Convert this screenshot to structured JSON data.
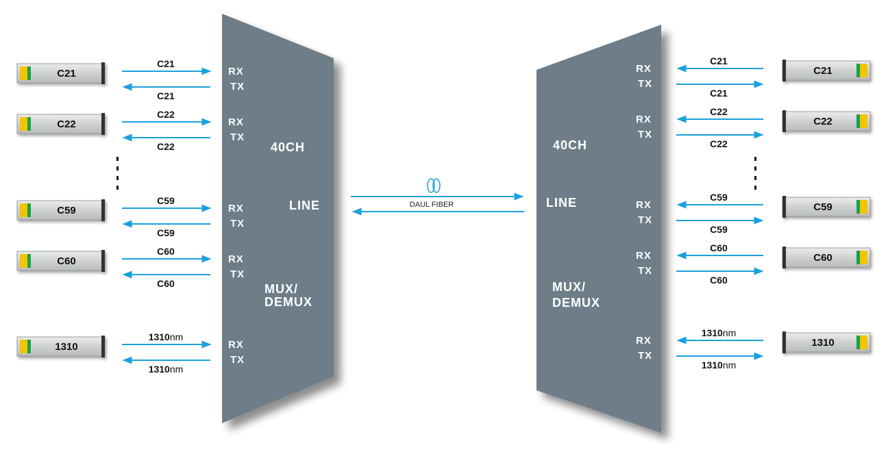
{
  "colors": {
    "mux_body": "#6e7d87",
    "arrow": "#1aa0dc",
    "module_body": "#d2d4d4",
    "module_connector": "#f2c500",
    "module_stripe": "#1aa04a",
    "module_end": "#333333"
  },
  "left_mux": {
    "title": "40CH",
    "line_label": "LINE",
    "mux_label_1": "MUX/",
    "mux_label_2": "DEMUX",
    "ports": [
      {
        "rx": "RX",
        "tx": "TX"
      },
      {
        "rx": "RX",
        "tx": "TX"
      },
      {
        "rx": "RX",
        "tx": "TX"
      },
      {
        "rx": "RX",
        "tx": "TX"
      },
      {
        "rx": "RX",
        "tx": "TX"
      }
    ]
  },
  "right_mux": {
    "title": "40CH",
    "line_label": "LINE",
    "mux_label_1": "MUX/",
    "mux_label_2": "DEMUX",
    "ports": [
      {
        "rx": "RX",
        "tx": "TX"
      },
      {
        "rx": "RX",
        "tx": "TX"
      },
      {
        "rx": "RX",
        "tx": "TX"
      },
      {
        "rx": "RX",
        "tx": "TX"
      },
      {
        "rx": "RX",
        "tx": "TX"
      }
    ]
  },
  "channels": [
    {
      "module": "C21",
      "upper": "C21",
      "upper_suffix": "",
      "lower": "C21",
      "lower_suffix": ""
    },
    {
      "module": "C22",
      "upper": "C22",
      "upper_suffix": "",
      "lower": "C22",
      "lower_suffix": ""
    },
    {
      "module": "C59",
      "upper": "C59",
      "upper_suffix": "",
      "lower": "C59",
      "lower_suffix": ""
    },
    {
      "module": "C60",
      "upper": "C60",
      "upper_suffix": "",
      "lower": "C60",
      "lower_suffix": ""
    },
    {
      "module": "1310",
      "upper": "1310",
      "upper_suffix": "nm",
      "lower": "1310",
      "lower_suffix": "nm"
    }
  ],
  "fiber": {
    "label": "DAUL FIBER"
  }
}
